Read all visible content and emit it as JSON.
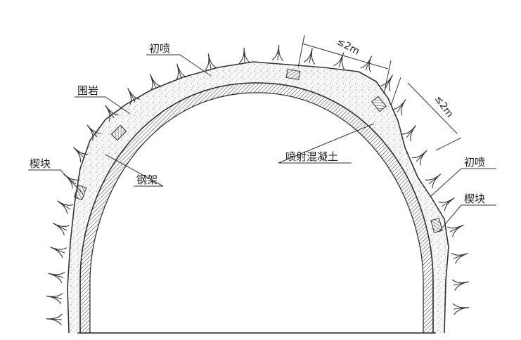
{
  "labels": {
    "initial_spray_left": "初喷",
    "surrounding_rock": "围岩",
    "wedge_block_left": "楔块",
    "steel_frame": "钢架",
    "shotcrete": "喷射混凝土",
    "initial_spray_right": "初喷",
    "wedge_block_right": "楔块"
  },
  "dimensions": {
    "spacing_1": "≤2m",
    "spacing_2": "≤2m"
  },
  "colors": {
    "line": "#333333",
    "concrete_fill": "#f4f4f4",
    "background": "#ffffff"
  }
}
